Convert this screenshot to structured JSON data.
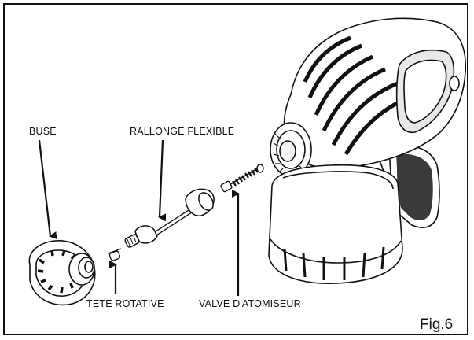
{
  "labels": {
    "buse": "BUSE",
    "rallonge": "RALLONGE FLEXIBLE",
    "tete": "TETE ROTATIVE",
    "valve": "VALVE D'ATOMISEUR"
  },
  "figure": "Fig.6"
}
